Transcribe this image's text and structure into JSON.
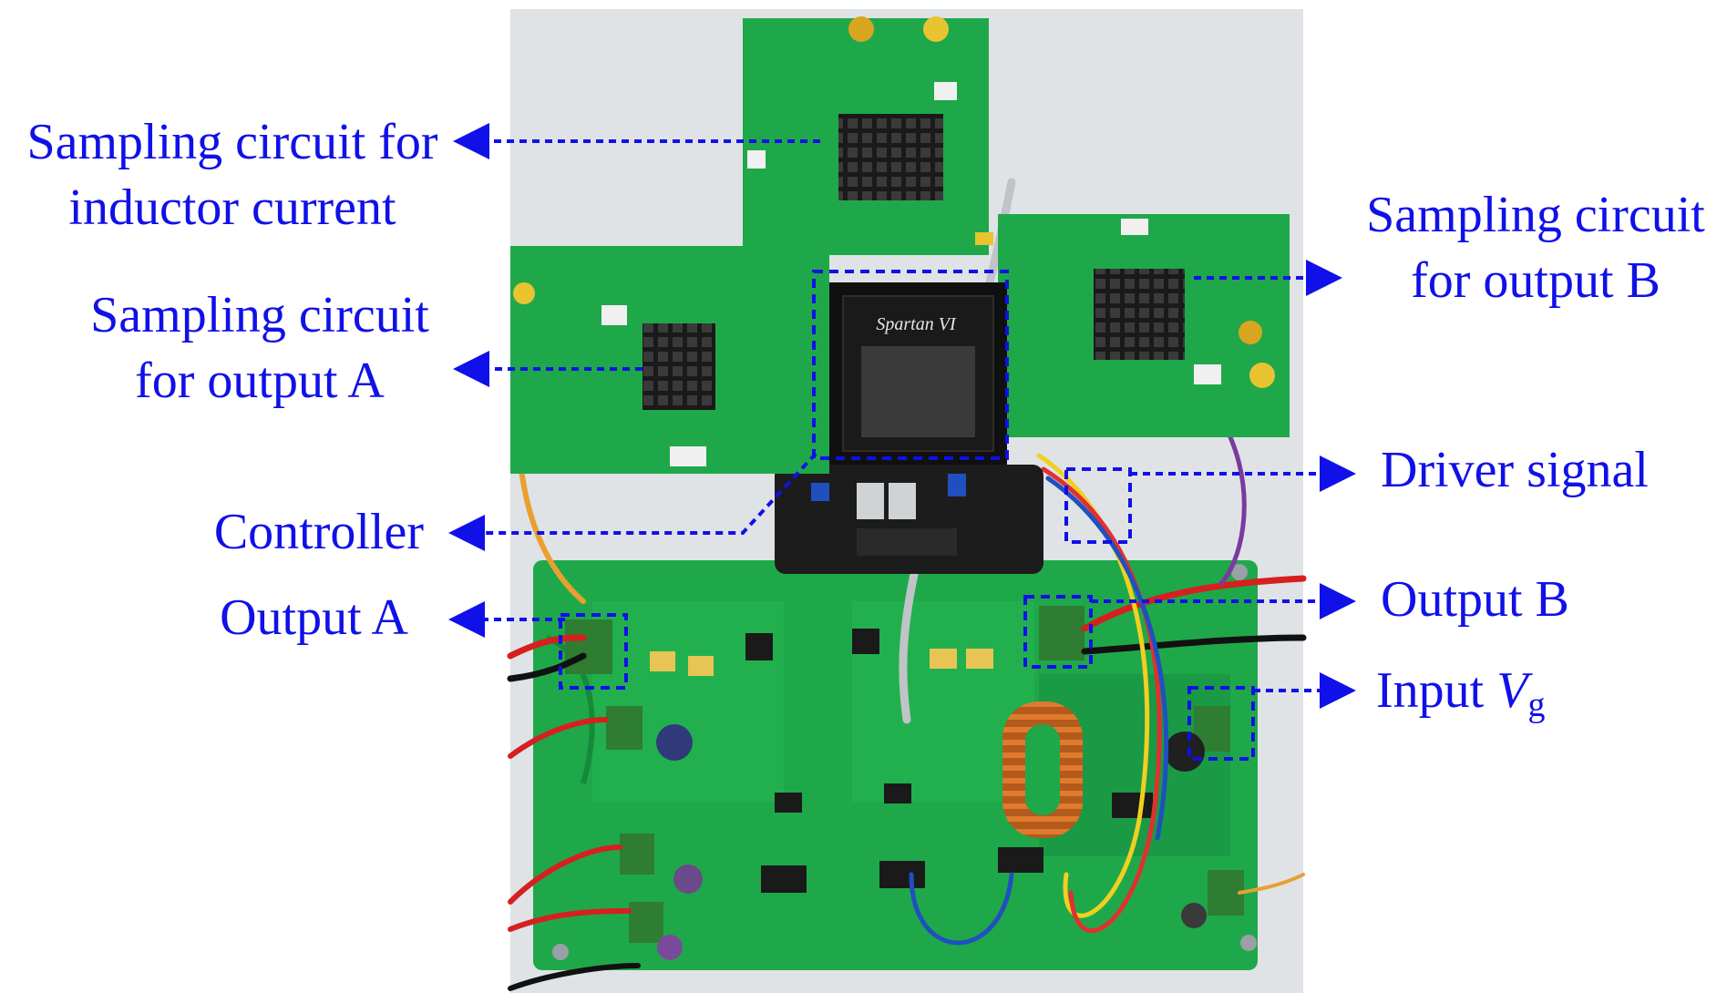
{
  "labels": {
    "sampling_inductor_line1": "Sampling circuit for",
    "sampling_inductor_line2": "inductor current",
    "sampling_a_line1": "Sampling circuit",
    "sampling_a_line2": "for output A",
    "sampling_b_line1": "Sampling circuit",
    "sampling_b_line2": "for output B",
    "controller": "Controller",
    "output_a": "Output A",
    "driver_signal": "Driver signal",
    "output_b": "Output B",
    "input_prefix": "Input ",
    "input_var": "V",
    "input_sub": "g"
  },
  "board_text": {
    "fpga_marking": "Spartan VI"
  },
  "colors": {
    "annotation": "#1010e8",
    "pcb_green": "#1fa84a",
    "pcb_dark": "#16873a",
    "heatsink": "#151515"
  }
}
